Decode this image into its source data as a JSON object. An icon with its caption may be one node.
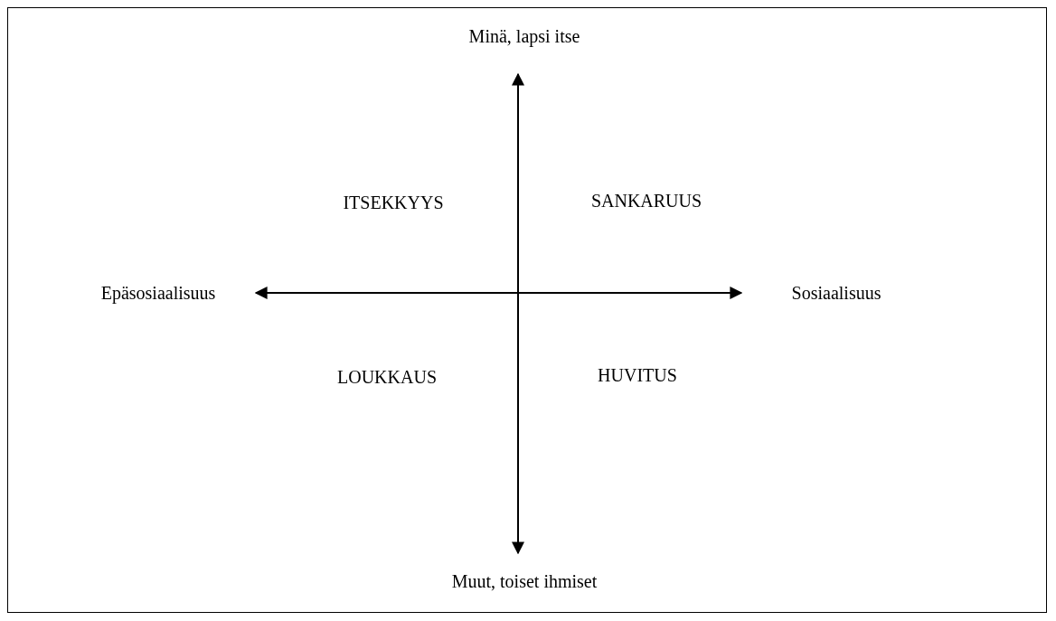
{
  "diagram": {
    "labels": [
      "Minä, lapsi itse",
      "ITSEKKYYS",
      "SANKARUUS",
      "Epäsosiaalisuus",
      "Sosiaalisuus",
      "LOUKKAUS",
      "HUVITUS",
      "Muut, toiset ihmiset"
    ]
  }
}
